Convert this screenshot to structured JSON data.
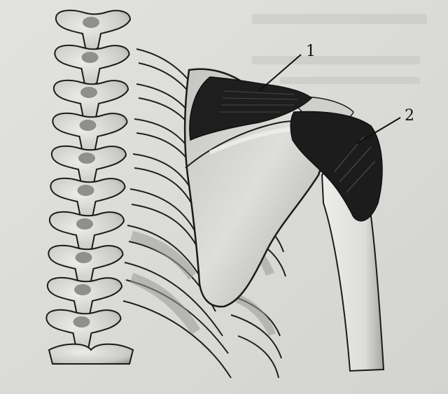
{
  "labels": [
    {
      "id": "1",
      "text": "1"
    },
    {
      "id": "2",
      "text": "2"
    }
  ],
  "colors": {
    "paper": "#d9d9d6",
    "bone_light": "#e6e6e2",
    "bone_shade": "#9a9a97",
    "ink": "#1a1a1a",
    "muscle_dark": "#202020"
  }
}
